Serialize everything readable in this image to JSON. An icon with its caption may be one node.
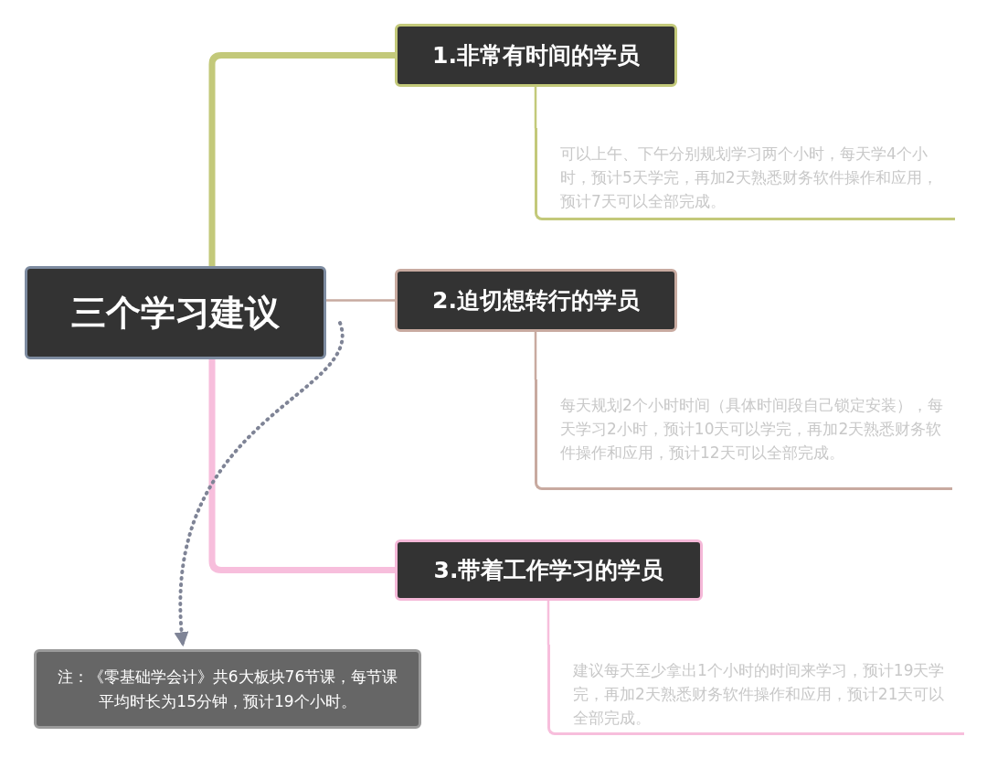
{
  "diagram": {
    "nodes": [
      {
        "text": [
          "三个学习建议"
        ]
      },
      {
        "text": [
          "1.非常有时间的学员"
        ]
      },
      {
        "text": [
          "可以上午、下午分别规划学习两个小时，每天学4个小时，预计5天学完，再加2天熟悉财务软件操作和应用，预计7天可以全部完成。"
        ]
      },
      {
        "text": [
          "2.迫切想转行的学员"
        ]
      },
      {
        "text": [
          "每天规划2个小时时间（具体时间段自己锁定安装），每天学习2小时，预计10天可以学完，再加2天熟悉财务软件操作和应用，预计12天可以全部完成。"
        ]
      },
      {
        "text": [
          "3.带着工作学习的学员"
        ]
      },
      {
        "text": [
          "建议每天至少拿出1个小时的时间来学习，预计19天学完，再加2天熟悉财务软件操作和应用，预计21天可以全部完成。"
        ]
      },
      {
        "text": [
          "注：《零基础学会计》共6大板块76节课，每节课平均时长为15分钟，预计19个小时。"
        ]
      }
    ],
    "edges": [
      {
        "from": 0,
        "to": 1,
        "arrow": "none",
        "style": "thick",
        "color": "#c3c97a"
      },
      {
        "from": 0,
        "to": 3,
        "arrow": "none",
        "color": "#c8aaa0"
      },
      {
        "from": 0,
        "to": 5,
        "arrow": "none",
        "style": "thick",
        "color": "#f7bedc"
      },
      {
        "from": 1,
        "to": 2,
        "arrow": "none",
        "color": "#c3c97a"
      },
      {
        "from": 3,
        "to": 4,
        "arrow": "none",
        "color": "#c8aaa0"
      },
      {
        "from": 5,
        "to": 6,
        "arrow": "none",
        "color": "#f7bedc"
      },
      {
        "from": 0,
        "to": 7,
        "arrow": "to",
        "style": "dashed",
        "color": "#7f8496"
      }
    ]
  }
}
